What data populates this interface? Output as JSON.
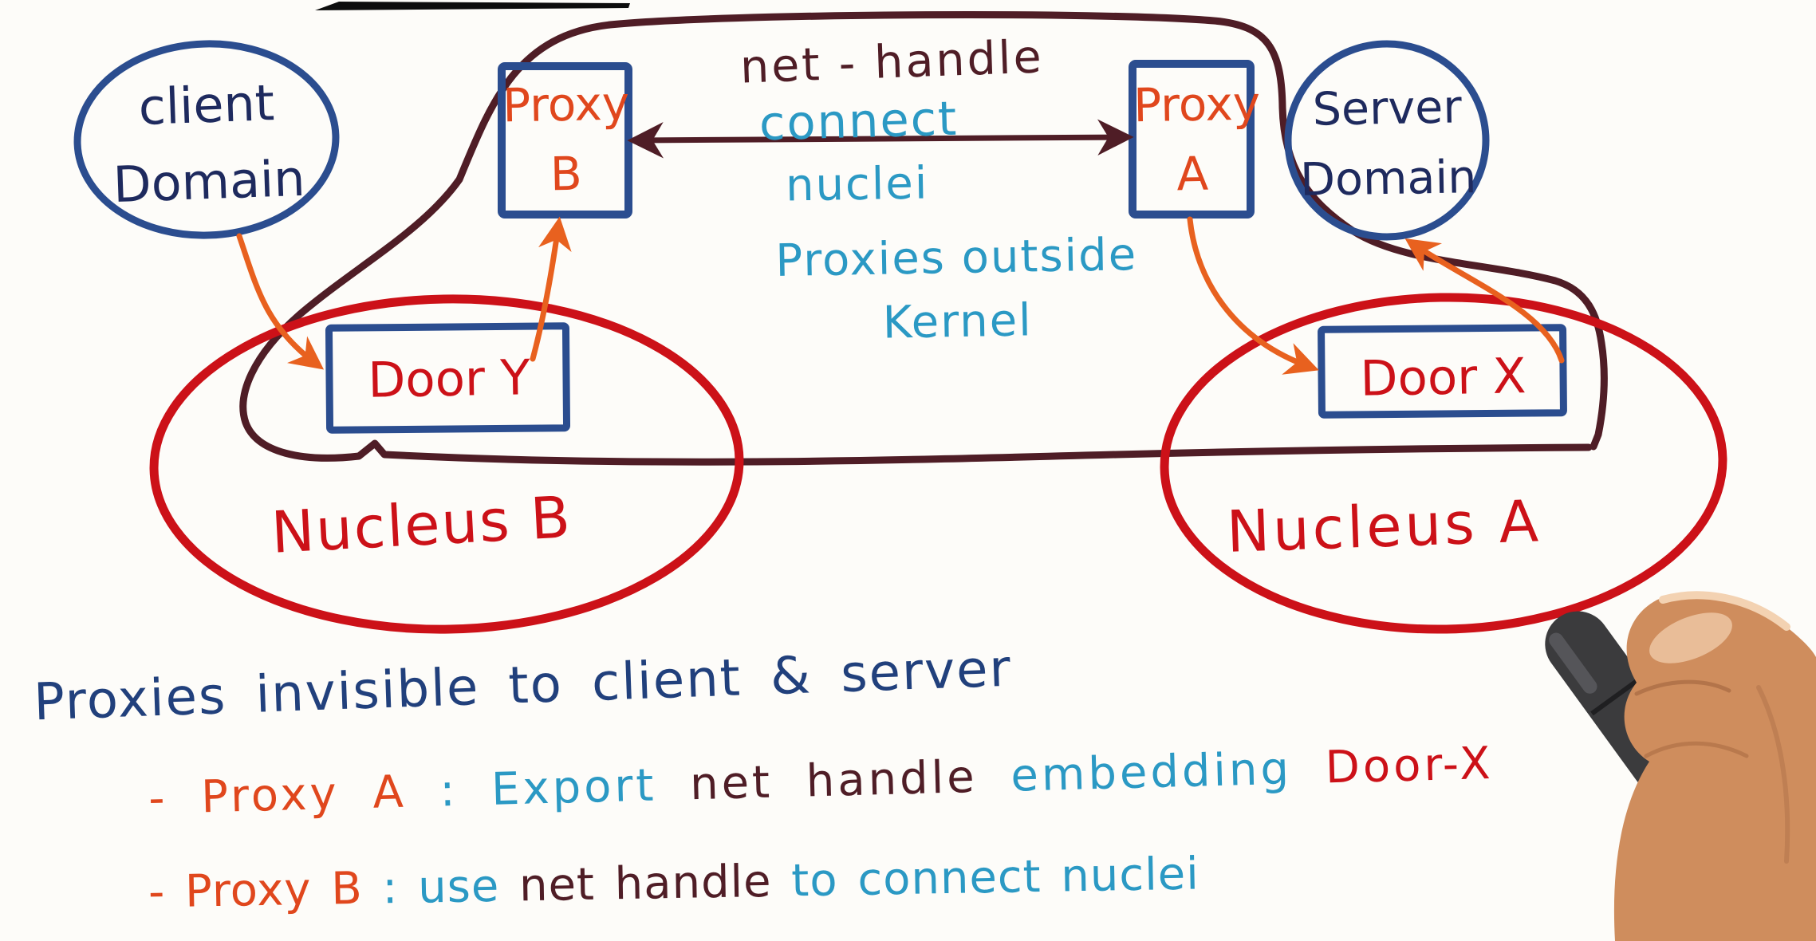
{
  "colors": {
    "background": "#fdfcf9",
    "blue_stroke": "#2b4d8f",
    "navy_text": "#1e2a5e",
    "orange": "#e0471d",
    "orange_arrow": "#e8611f",
    "red": "#cc1118",
    "maroon": "#4f1d26",
    "teal": "#2b99c4",
    "annotation_blue": "#21407c",
    "ink_black": "#0d0d0d",
    "skin": "#cf8d5d",
    "skin_light": "#f3d2b2",
    "skin_shadow": "#b3744a",
    "pen_body": "#3b3b3d"
  },
  "diagram": {
    "client_domain_label": "client\nDomain",
    "proxy_b_label": "Proxy\nB",
    "proxy_a_label": "Proxy\nA",
    "server_domain_label": "Server\nDomain",
    "net_handle_label": "net - handle",
    "connect_label": "connect",
    "nuclei_label": "nuclei",
    "proxies_outside_kernel_label": "Proxies outside\nKernel",
    "door_y_label": "Door Y",
    "door_x_label": "Door X",
    "nucleus_b_label": "Nucleus B",
    "nucleus_a_label": "Nucleus A"
  },
  "annotations": {
    "line1": {
      "text": "Proxies invisible to client & server",
      "color": "#21407c"
    },
    "line2": {
      "segments": [
        {
          "text": "- Proxy A",
          "color": "#e0471d"
        },
        {
          "text": " : ",
          "color": "#2b99c4"
        },
        {
          "text": "Export ",
          "color": "#2b99c4"
        },
        {
          "text": "net handle ",
          "color": "#4f1d26"
        },
        {
          "text": "embedding ",
          "color": "#2b99c4"
        },
        {
          "text": "Door-X",
          "color": "#cc1118"
        }
      ]
    },
    "line3": {
      "segments": [
        {
          "text": "- Proxy B",
          "color": "#e0471d"
        },
        {
          "text": " : ",
          "color": "#2b99c4"
        },
        {
          "text": "use ",
          "color": "#2b99c4"
        },
        {
          "text": "net handle ",
          "color": "#4f1d26"
        },
        {
          "text": "to connect nuclei",
          "color": "#2b99c4"
        }
      ]
    }
  }
}
